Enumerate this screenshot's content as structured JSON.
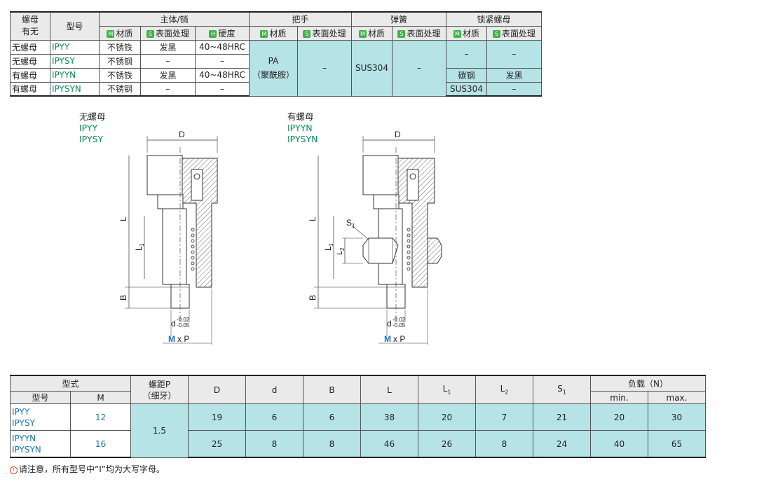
{
  "spec_table": {
    "head": {
      "nut_presence": "螺母\n有无",
      "model": "型号",
      "groups": [
        "主体/销",
        "把手",
        "弹簧",
        "锁紧螺母"
      ],
      "badge_m": "M",
      "badge_s": "S",
      "badge_h": "H",
      "material": "材质",
      "surface": "表面处理",
      "hardness": "硬度"
    },
    "rows": [
      {
        "nut": "无螺母",
        "model": "IPYY",
        "body_material": "不锈铁",
        "body_surface": "发黑",
        "body_hardness": "40~48HRC"
      },
      {
        "nut": "无螺母",
        "model": "IPYSY",
        "body_material": "不锈钢",
        "body_surface": "–",
        "body_hardness": "–"
      },
      {
        "nut": "有螺母",
        "model": "IPYYN",
        "body_material": "不锈铁",
        "body_surface": "发黑",
        "body_hardness": "40~48HRC"
      },
      {
        "nut": "有螺母",
        "model": "IPYSYN",
        "body_material": "不锈钢",
        "body_surface": "–",
        "body_hardness": "–"
      }
    ],
    "handle_material": "PA\n（聚酰胺）",
    "handle_surface": "–",
    "spring_material": "SUS304",
    "spring_surface": "–",
    "locknut_top_material": "–",
    "locknut_top_surface": "–",
    "locknut_row3_material": "碳钢",
    "locknut_row3_surface": "发黑",
    "locknut_row4_material": "SUS304",
    "locknut_row4_surface": "–"
  },
  "drawing_left": {
    "title": "无螺母",
    "models": [
      "IPYY",
      "IPYSY"
    ],
    "dims": {
      "D": "D",
      "L": "L",
      "L1": "L",
      "L1_sub": "1",
      "B": "B",
      "d": "d",
      "tol_upper": "-0.02",
      "tol_lower": "-0.05",
      "M": "M",
      "xP": "x P"
    }
  },
  "drawing_right": {
    "title": "有螺母",
    "models": [
      "IPYYN",
      "IPYSYN"
    ],
    "dims": {
      "D": "D",
      "L": "L",
      "L1": "L",
      "L1_sub": "1",
      "L2": "L",
      "L2_sub": "2",
      "S1": "S",
      "S1_sub": "1",
      "B": "B",
      "d": "d",
      "tol_upper": "-0.02",
      "tol_lower": "-0.05",
      "M": "M",
      "xP": "x P"
    }
  },
  "dim_table": {
    "head": {
      "form": "型式",
      "model": "型号",
      "m": "M",
      "pitch": "螺距P\n（细牙）",
      "D": "D",
      "d": "d",
      "B": "B",
      "L": "L",
      "L1": "L",
      "L1_sub": "1",
      "L2": "L",
      "L2_sub": "2",
      "S1": "S",
      "S1_sub": "1",
      "load": "负载（N）",
      "min": "min.",
      "max": "max."
    },
    "rows": [
      {
        "models": [
          "IPYY",
          "IPYSY"
        ],
        "m": "12",
        "D": "19",
        "d": "6",
        "B": "6",
        "L": "38",
        "L1": "20",
        "L2": "7",
        "S1": "21",
        "min": "20",
        "max": "30"
      },
      {
        "models": [
          "IPYYN",
          "IPYSYN"
        ],
        "m": "16",
        "D": "25",
        "d": "8",
        "B": "8",
        "L": "46",
        "L1": "26",
        "L2": "8",
        "S1": "24",
        "min": "40",
        "max": "65"
      }
    ],
    "pitch": "1.5"
  },
  "note": {
    "icon": "warning-icon",
    "text": "请注意，所有型号中“I”均为大写字母。"
  },
  "colors": {
    "highlight": "#b5e3e6",
    "header": "#eaeaea",
    "model_text": "#0a8a5a",
    "m_text": "#1a73b8",
    "badge": "#3fb24a"
  }
}
